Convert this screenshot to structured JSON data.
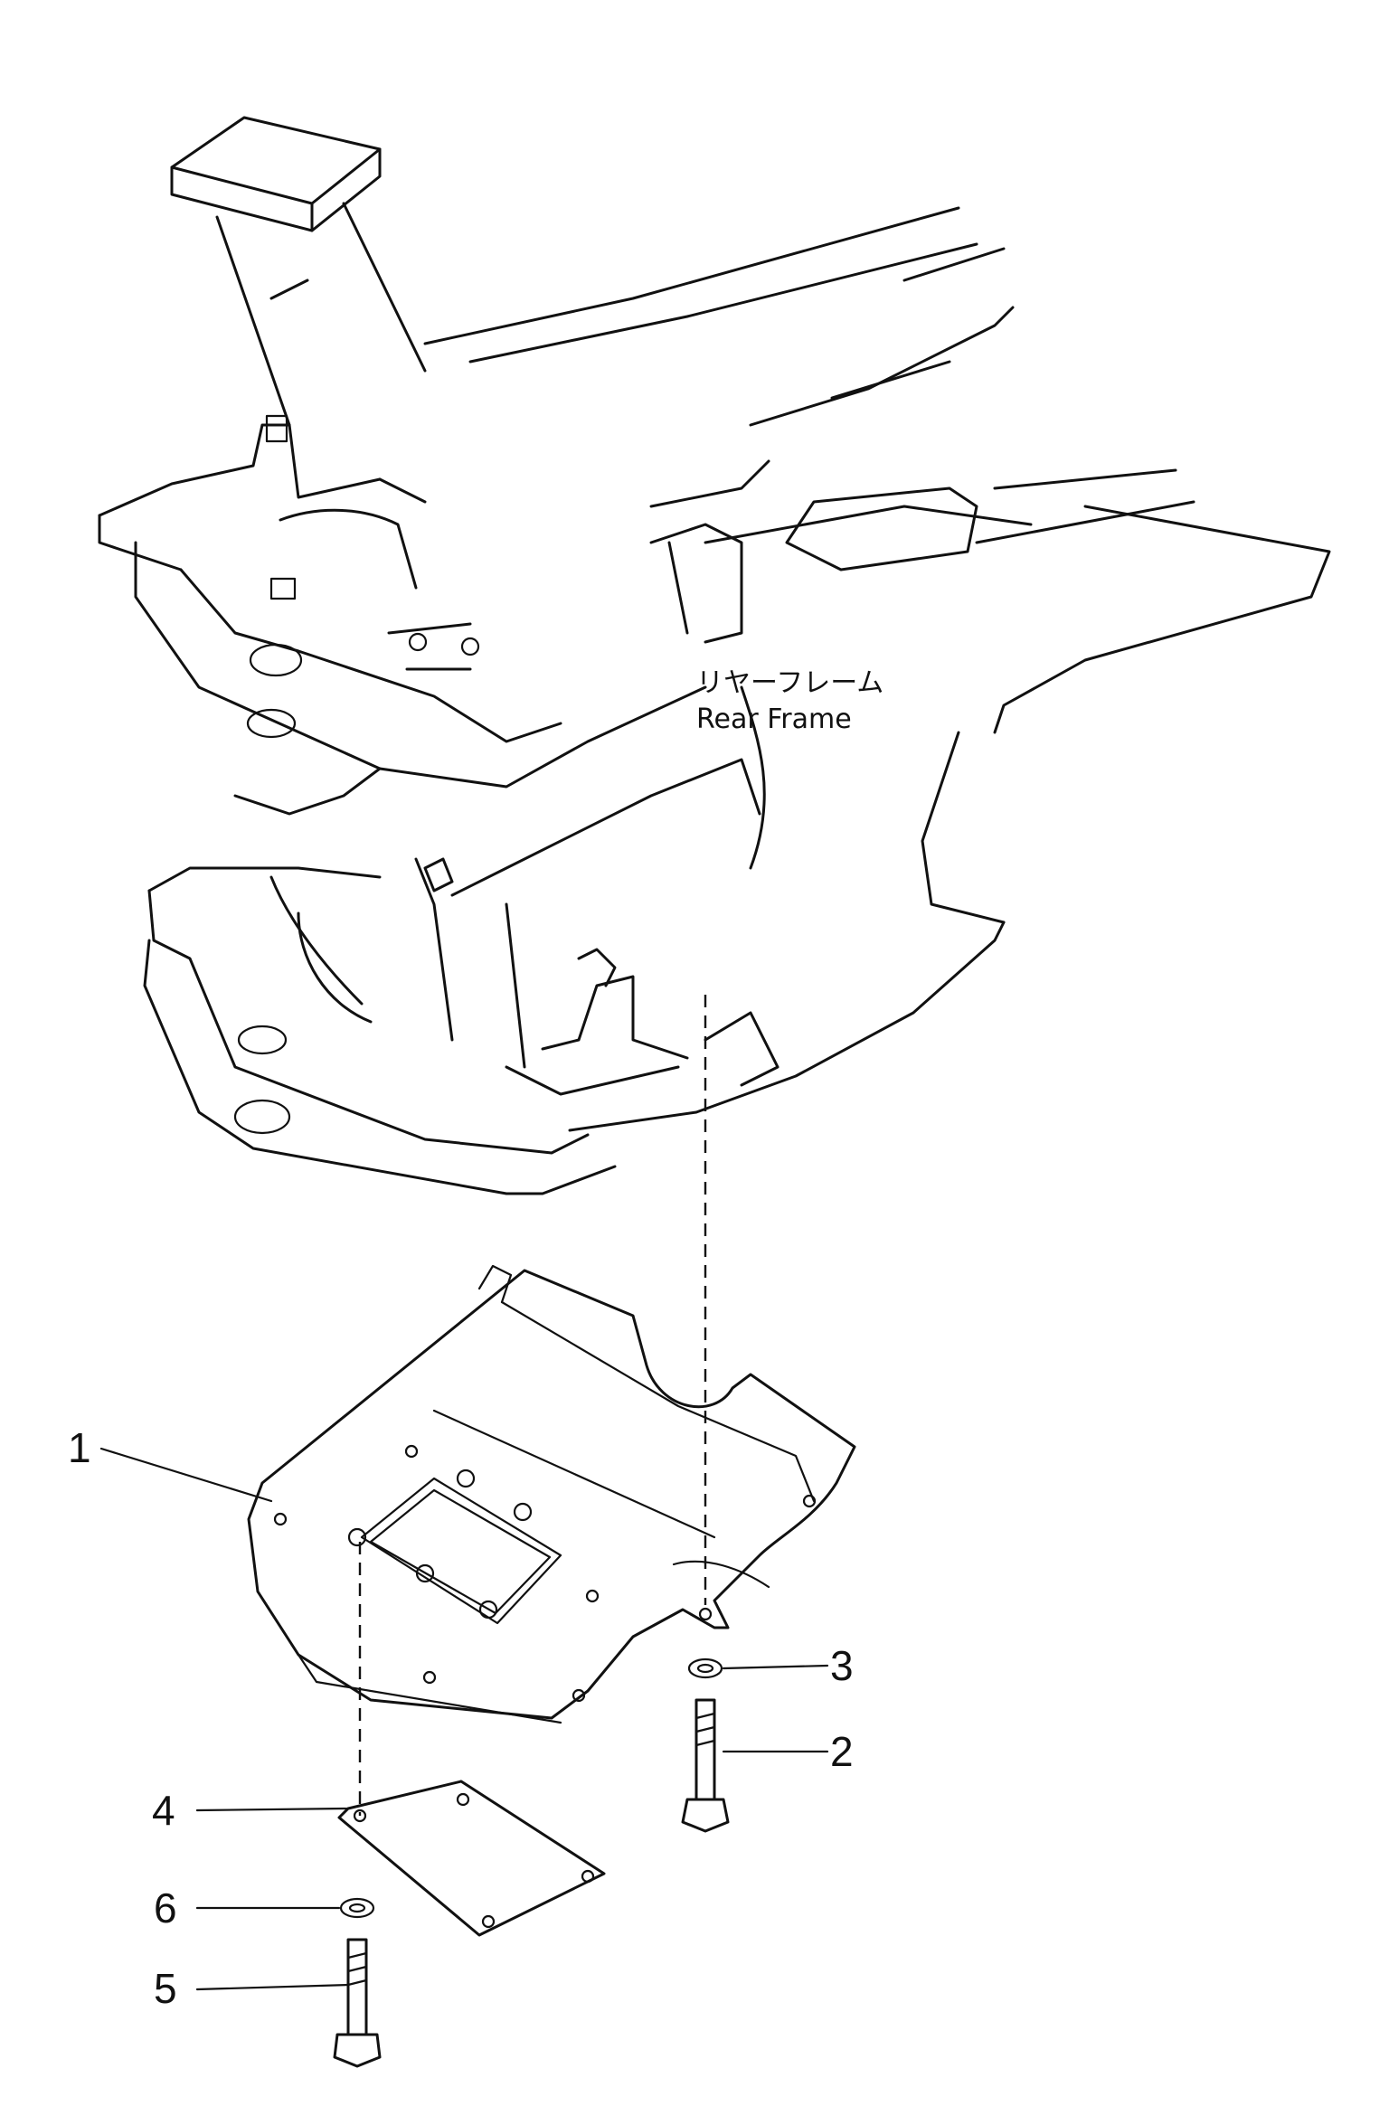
{
  "frame_label": {
    "japanese": "リヤーフレーム",
    "english": "Rear  Frame"
  },
  "callouts": [
    "1",
    "2",
    "3",
    "4",
    "5",
    "6"
  ]
}
